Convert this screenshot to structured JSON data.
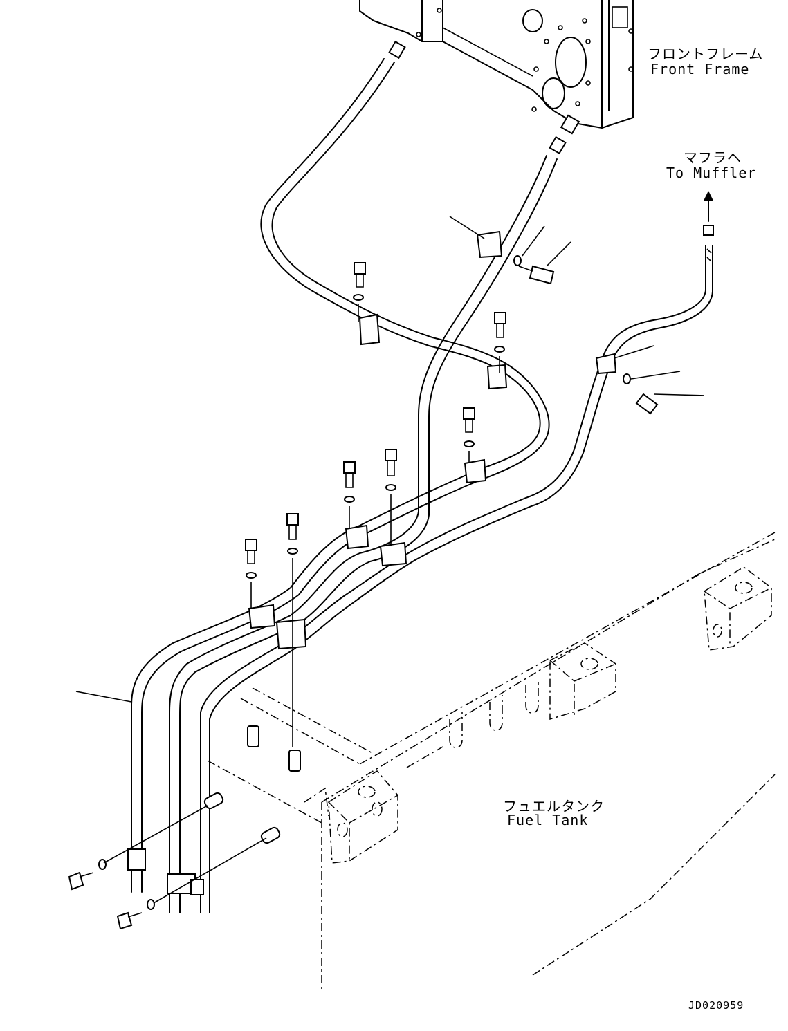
{
  "labels": {
    "front_frame_jp": "フロントフレーム",
    "front_frame_en": "Front Frame",
    "to_muffler_jp": "マフラヘ",
    "to_muffler_en": "To Muffler",
    "fuel_tank_jp": "フュエルタンク",
    "fuel_tank_en": "Fuel Tank",
    "drawing_number": "JD020959"
  }
}
